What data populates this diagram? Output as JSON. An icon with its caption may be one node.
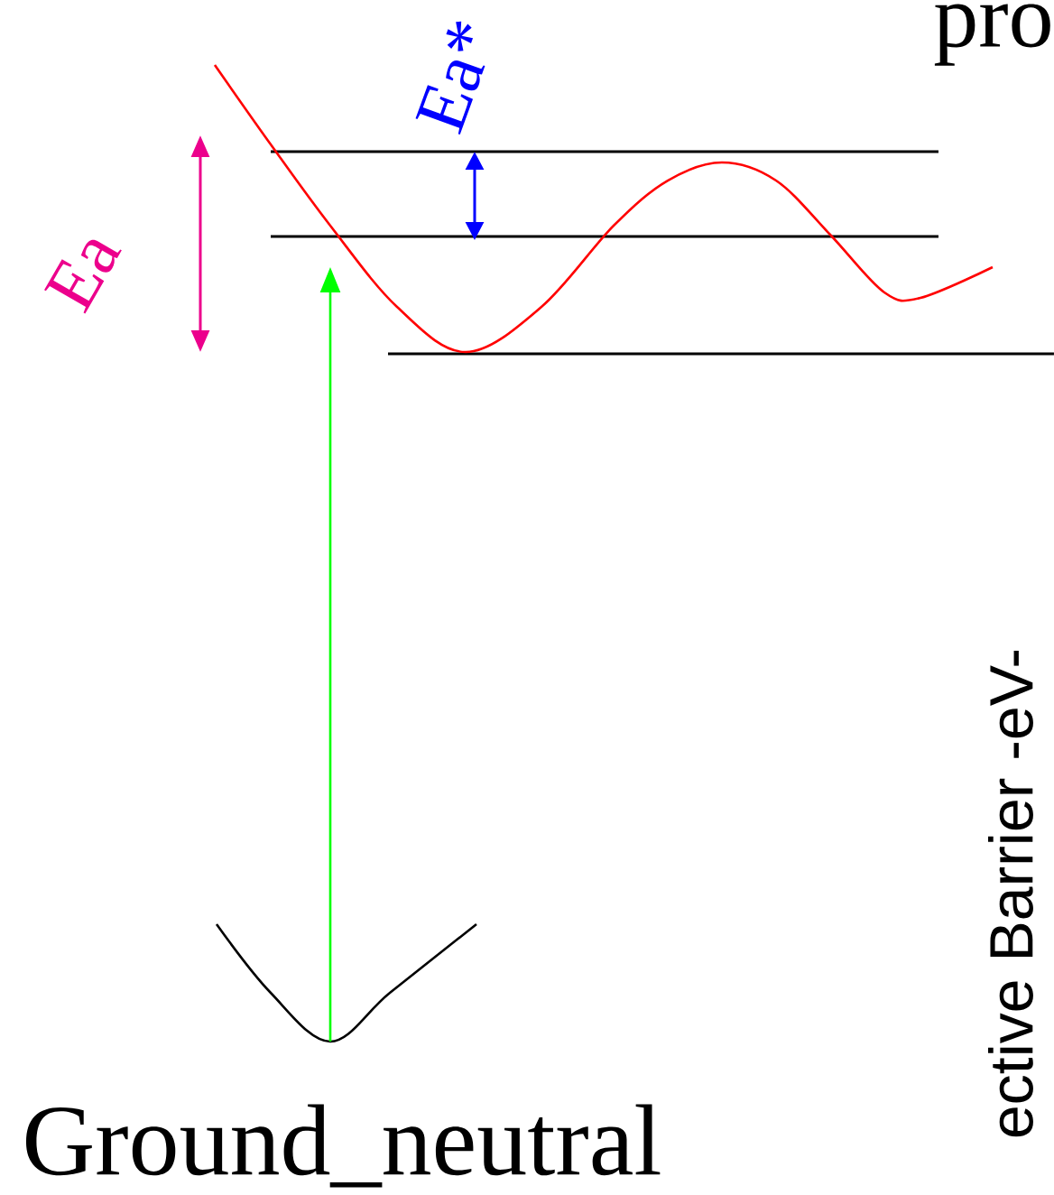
{
  "diagram": {
    "labels": [
      "pro",
      "Ea*",
      "Ea",
      "ective Barrier -eV-",
      "Ground_neutral"
    ]
  }
}
